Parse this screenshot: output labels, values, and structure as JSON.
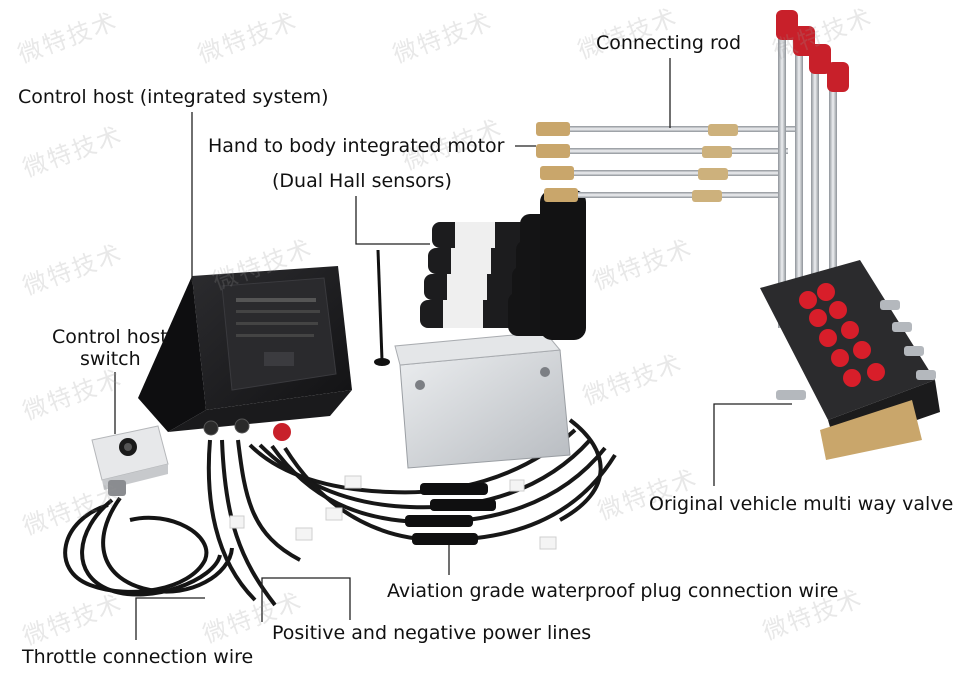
{
  "watermark": "微特技术",
  "labels": {
    "connecting_rod": "Connecting rod",
    "control_host": "Control host (integrated system)",
    "hand_motor": "Hand to body integrated motor",
    "dual_hall": "(Dual Hall sensors)",
    "switch_line1": "Control host",
    "switch_line2": "switch",
    "multi_valve": "Original vehicle multi way valve",
    "aviation_plug": "Aviation grade waterproof plug connection wire",
    "power_lines": "Positive and negative power lines",
    "throttle_wire": "Throttle connection wire"
  },
  "colors": {
    "housing": "#1d1d1f",
    "valve_port": "#d81e2a",
    "knob": "#c8202a",
    "rod": "#b8bcc2",
    "bracket": "#d9dadc",
    "leader": "#222222"
  }
}
